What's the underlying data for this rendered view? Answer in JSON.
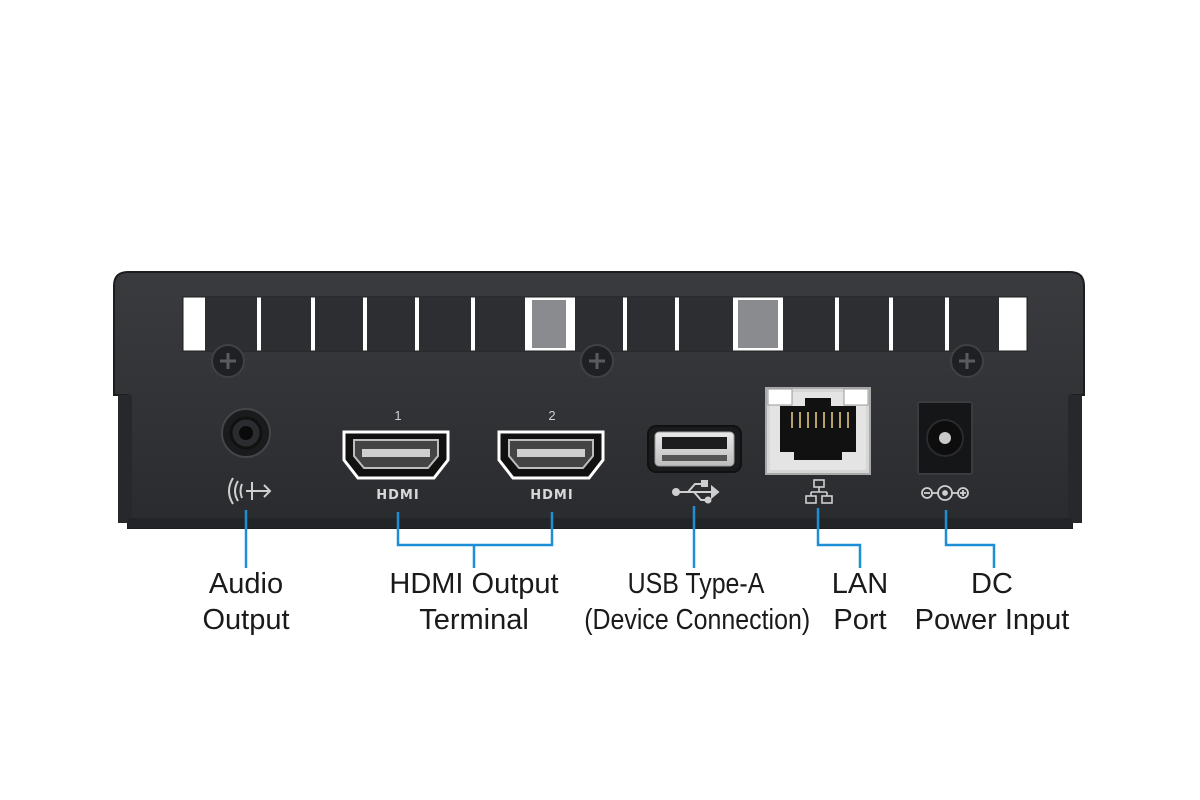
{
  "colors": {
    "chassis": "#2f3033",
    "chassis_edge": "#1c1d1f",
    "callout_line": "#1e8fd6",
    "label_text": "#1a1a1a",
    "port_metal": "#d8d8d8",
    "marking": "#cfcfcf"
  },
  "port_markings": {
    "hdmi1_number": "1",
    "hdmi2_number": "2",
    "hdmi_logo": "HDMI"
  },
  "icons": {
    "audio": "audio-output-icon",
    "hdmi": "hdmi-logo",
    "usb": "usb-icon",
    "lan": "network-icon",
    "dc": "dc-polarity-icon",
    "screw": "screw-icon"
  },
  "callouts": {
    "audio": {
      "line1": "Audio",
      "line2": "Output"
    },
    "hdmi": {
      "line1": "HDMI Output",
      "line2": "Terminal"
    },
    "usb": {
      "line1": "USB Type-A",
      "line2": "(Device Connection)"
    },
    "lan": {
      "line1": "LAN",
      "line2": "Port"
    },
    "dc": {
      "line1": "DC",
      "line2": "Power Input"
    }
  }
}
